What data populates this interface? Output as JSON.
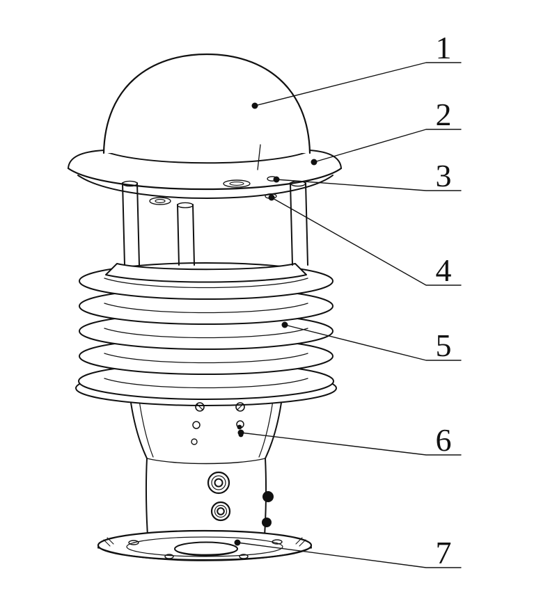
{
  "figure": {
    "callouts": [
      {
        "label": "1"
      },
      {
        "label": "2"
      },
      {
        "label": "3"
      },
      {
        "label": "4"
      },
      {
        "label": "5"
      },
      {
        "label": "6"
      },
      {
        "label": "7"
      }
    ]
  },
  "colors": {
    "line": "#111111",
    "background": "#ffffff"
  }
}
